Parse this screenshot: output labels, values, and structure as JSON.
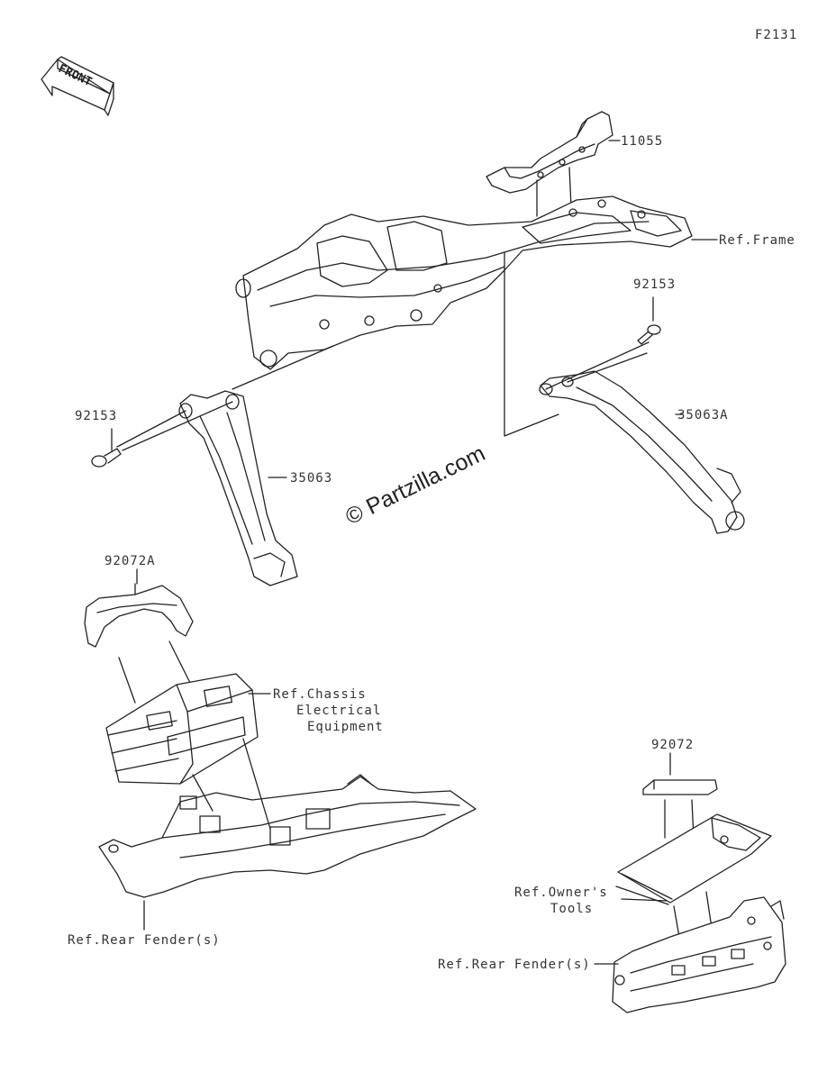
{
  "diagram": {
    "code": "F2131",
    "front_arrow": "FRONT",
    "watermark": "© Partzilla.com",
    "parts": {
      "p11055": "11055",
      "ref_frame": "Ref.Frame",
      "p92153_right": "92153",
      "p35063A": "35063A",
      "p92153_left": "92153",
      "p35063": "35063",
      "p92072A": "92072A",
      "ref_chassis_1": "Ref.Chassis",
      "ref_chassis_2": "Electrical",
      "ref_chassis_3": "Equipment",
      "ref_rear_fender_left": "Ref.Rear Fender(s)",
      "p92072": "92072",
      "ref_owners_1": "Ref.Owner's",
      "ref_owners_2": "Tools",
      "ref_rear_fender_right": "Ref.Rear Fender(s)"
    }
  }
}
